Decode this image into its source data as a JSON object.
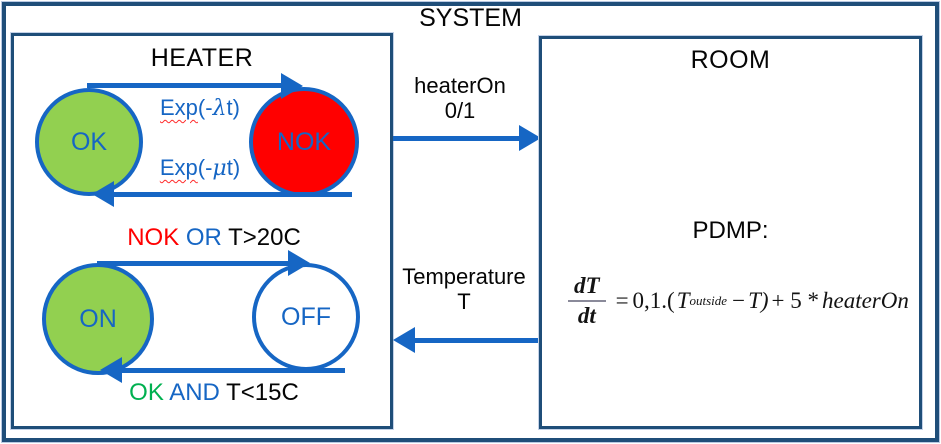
{
  "system": {
    "title": "SYSTEM"
  },
  "heater": {
    "title": "HEATER",
    "failure_machine": {
      "ok_state": "OK",
      "nok_state": "NOK",
      "fail_transition": {
        "word": "Exp",
        "open": "(-",
        "greek": "λ",
        "close": "t)"
      },
      "repair_transition": {
        "word": "Exp",
        "open": "(-",
        "greek": "μ",
        "close": "t)"
      }
    },
    "control_machine": {
      "on_state": "ON",
      "off_state": "OFF",
      "to_off_condition": {
        "state": "NOK",
        "op": " OR ",
        "cond": "T>20C"
      },
      "to_on_condition": {
        "state": "OK",
        "op": " AND ",
        "cond": "T<15C"
      }
    }
  },
  "signals": {
    "heater_on": {
      "name": "heaterOn",
      "range": "0/1"
    },
    "temperature": {
      "name": "Temperature",
      "symbol": "T"
    }
  },
  "room": {
    "title": "ROOM",
    "model_label": "PDMP:",
    "equation": {
      "num": "dT",
      "den": "dt",
      "equals": "=",
      "coef": "0,1.(",
      "var1": "T",
      "var1_sub": "outside",
      "minus": "−",
      "var1_close": "T)",
      "plus": "+ 5 *",
      "var2": "heaterOn"
    }
  },
  "colors": {
    "box_border": "#1F4E79",
    "arrow_blue": "#1666C4",
    "state_green": "#92D050",
    "state_red": "#FF0000",
    "label_green": "#00B050",
    "label_red": "#FF0000",
    "label_blue": "#1666C4",
    "text_black": "#050505"
  }
}
